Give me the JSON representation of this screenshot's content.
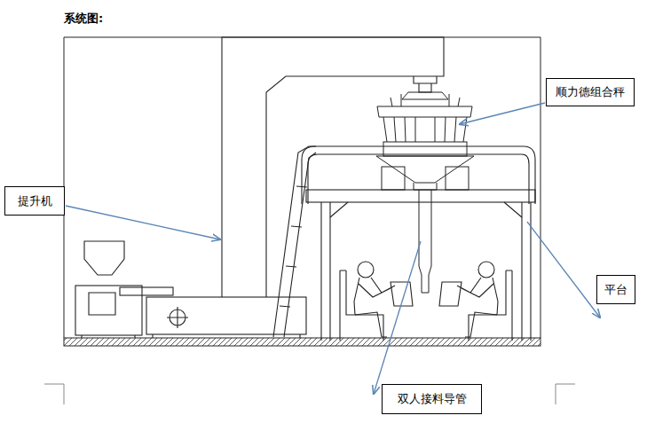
{
  "diagram": {
    "title": "系统图:",
    "nodes": [
      {
        "text": [
          "顺力德组合秤"
        ]
      },
      {
        "text": [
          "提升机"
        ]
      },
      {
        "text": [
          "平台"
        ]
      },
      {
        "text": [
          "双人接料导管"
        ]
      }
    ]
  }
}
